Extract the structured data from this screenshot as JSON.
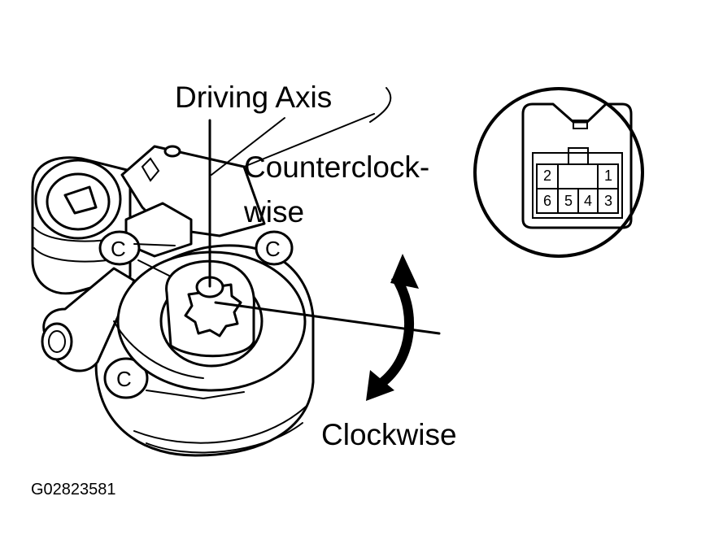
{
  "labels": {
    "driving_axis": "Driving Axis",
    "counterclockwise_line1": "Counterclock-",
    "counterclockwise_line2": "wise",
    "clockwise": "Clockwise",
    "figure_code": "G02823581"
  },
  "connector": {
    "pins_top": [
      "2",
      "1"
    ],
    "pins_bottom": [
      "6",
      "5",
      "4",
      "3"
    ]
  }
}
